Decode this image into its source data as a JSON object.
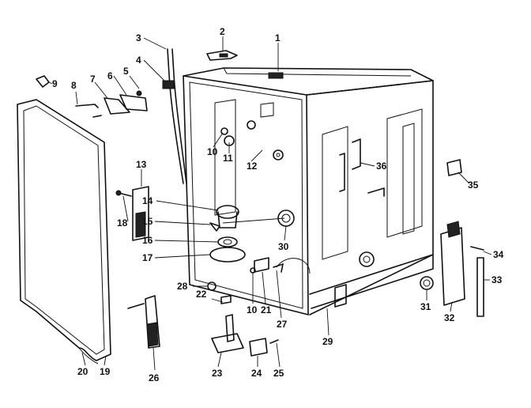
{
  "callouts": [
    {
      "id": "c1",
      "label": "1"
    },
    {
      "id": "c2",
      "label": "2"
    },
    {
      "id": "c3",
      "label": "3"
    },
    {
      "id": "c4",
      "label": "4"
    },
    {
      "id": "c5",
      "label": "5"
    },
    {
      "id": "c6",
      "label": "6"
    },
    {
      "id": "c7",
      "label": "7"
    },
    {
      "id": "c8",
      "label": "8"
    },
    {
      "id": "c9",
      "label": "9"
    },
    {
      "id": "c10a",
      "label": "10"
    },
    {
      "id": "c10b",
      "label": "10"
    },
    {
      "id": "c11",
      "label": "11"
    },
    {
      "id": "c12",
      "label": "12"
    },
    {
      "id": "c13",
      "label": "13"
    },
    {
      "id": "c14",
      "label": "14"
    },
    {
      "id": "c15",
      "label": "15"
    },
    {
      "id": "c16",
      "label": "16"
    },
    {
      "id": "c17",
      "label": "17"
    },
    {
      "id": "c18",
      "label": "18"
    },
    {
      "id": "c19",
      "label": "19"
    },
    {
      "id": "c20",
      "label": "20"
    },
    {
      "id": "c21",
      "label": "21"
    },
    {
      "id": "c22",
      "label": "22"
    },
    {
      "id": "c23",
      "label": "23"
    },
    {
      "id": "c24",
      "label": "24"
    },
    {
      "id": "c25",
      "label": "25"
    },
    {
      "id": "c26",
      "label": "26"
    },
    {
      "id": "c27",
      "label": "27"
    },
    {
      "id": "c28",
      "label": "28"
    },
    {
      "id": "c29",
      "label": "29"
    },
    {
      "id": "c30",
      "label": "30"
    },
    {
      "id": "c31",
      "label": "31"
    },
    {
      "id": "c32",
      "label": "32"
    },
    {
      "id": "c33",
      "label": "33"
    },
    {
      "id": "c34",
      "label": "34"
    },
    {
      "id": "c35",
      "label": "35"
    },
    {
      "id": "c36",
      "label": "36"
    }
  ]
}
